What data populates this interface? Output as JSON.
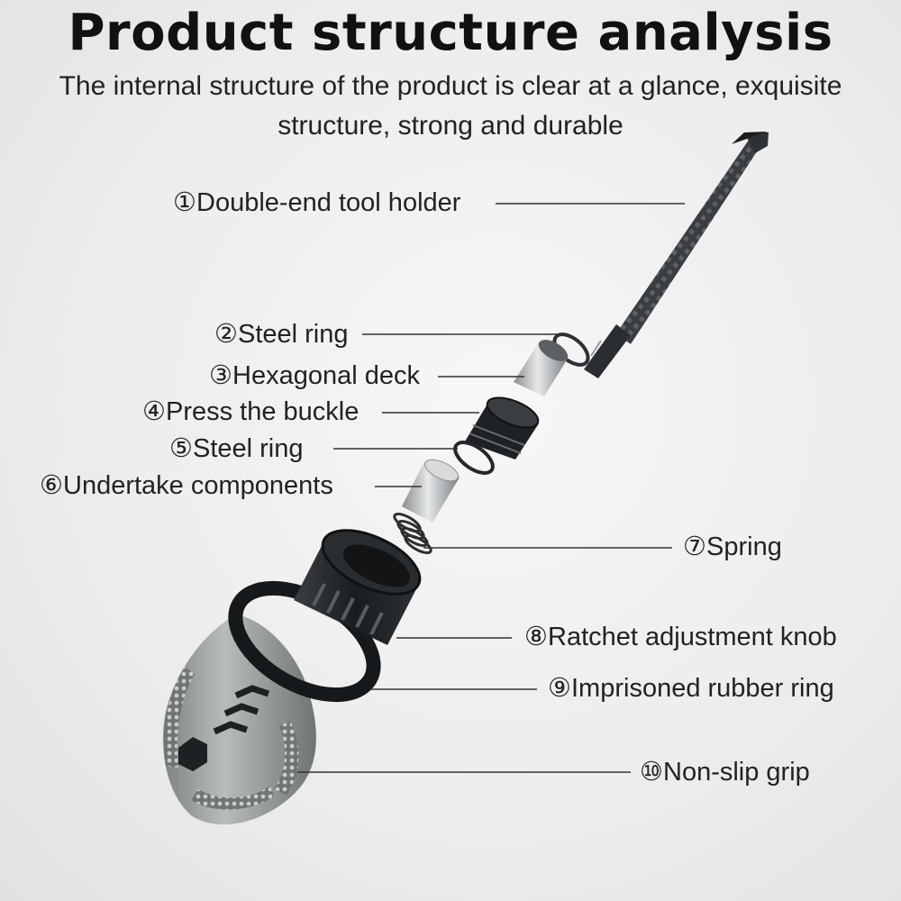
{
  "title": "Product structure analysis",
  "subtitle": "The internal structure of the product is clear at a glance, exquisite structure, strong and durable",
  "parts": [
    {
      "label": "①Double-end tool holder"
    },
    {
      "label": "②Steel ring"
    },
    {
      "label": "③Hexagonal deck"
    },
    {
      "label": "④Press the buckle"
    },
    {
      "label": "⑤Steel ring"
    },
    {
      "label": "⑥Undertake components"
    },
    {
      "label": "⑦Spring"
    },
    {
      "label": "⑧Ratchet adjustment knob"
    },
    {
      "label": "⑨Imprisoned rubber ring"
    },
    {
      "label": "⑩Non-slip grip"
    }
  ],
  "colors": {
    "metal_dark": "#2b2f33",
    "metal_light": "#b9bdc0",
    "grip_gray": "#9aa09c",
    "knob_black": "#1e2124"
  }
}
